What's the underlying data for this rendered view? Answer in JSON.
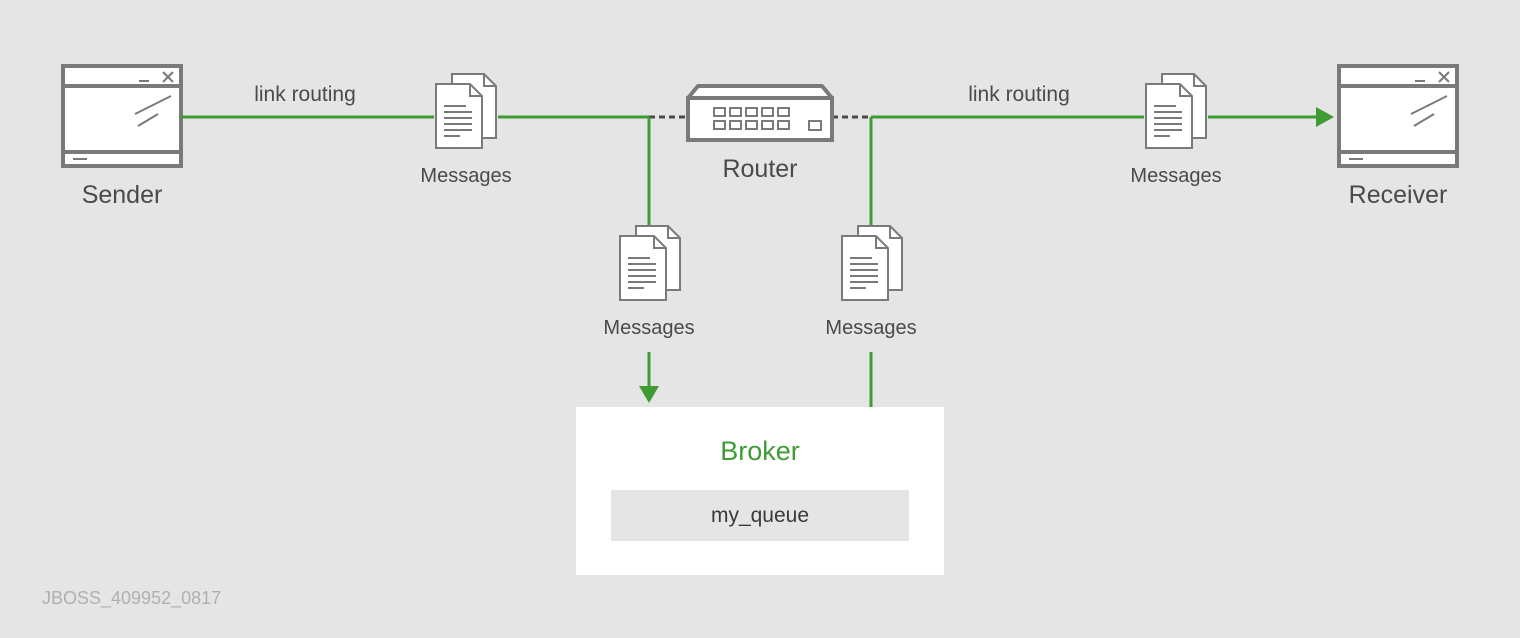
{
  "diagram": {
    "sender_label": "Sender",
    "receiver_label": "Receiver",
    "router_label": "Router",
    "broker_label": "Broker",
    "queue_label": "my_queue",
    "link_left_label": "link routing",
    "link_right_label": "link routing",
    "messages_sender_side": "Messages",
    "messages_receiver_side": "Messages",
    "messages_to_broker": "Messages",
    "messages_from_broker": "Messages",
    "watermark": "JBOSS_409952_0817"
  },
  "colors": {
    "background": "#e5e5e5",
    "link_green": "#3f9c35",
    "icon_gray": "#7a7a7a",
    "broker_box": "#ffffff",
    "queue_box": "#e5e5e5"
  },
  "icons": {
    "sender": "window-icon",
    "receiver": "window-icon",
    "router": "network-switch-icon",
    "messages": "documents-icon"
  }
}
